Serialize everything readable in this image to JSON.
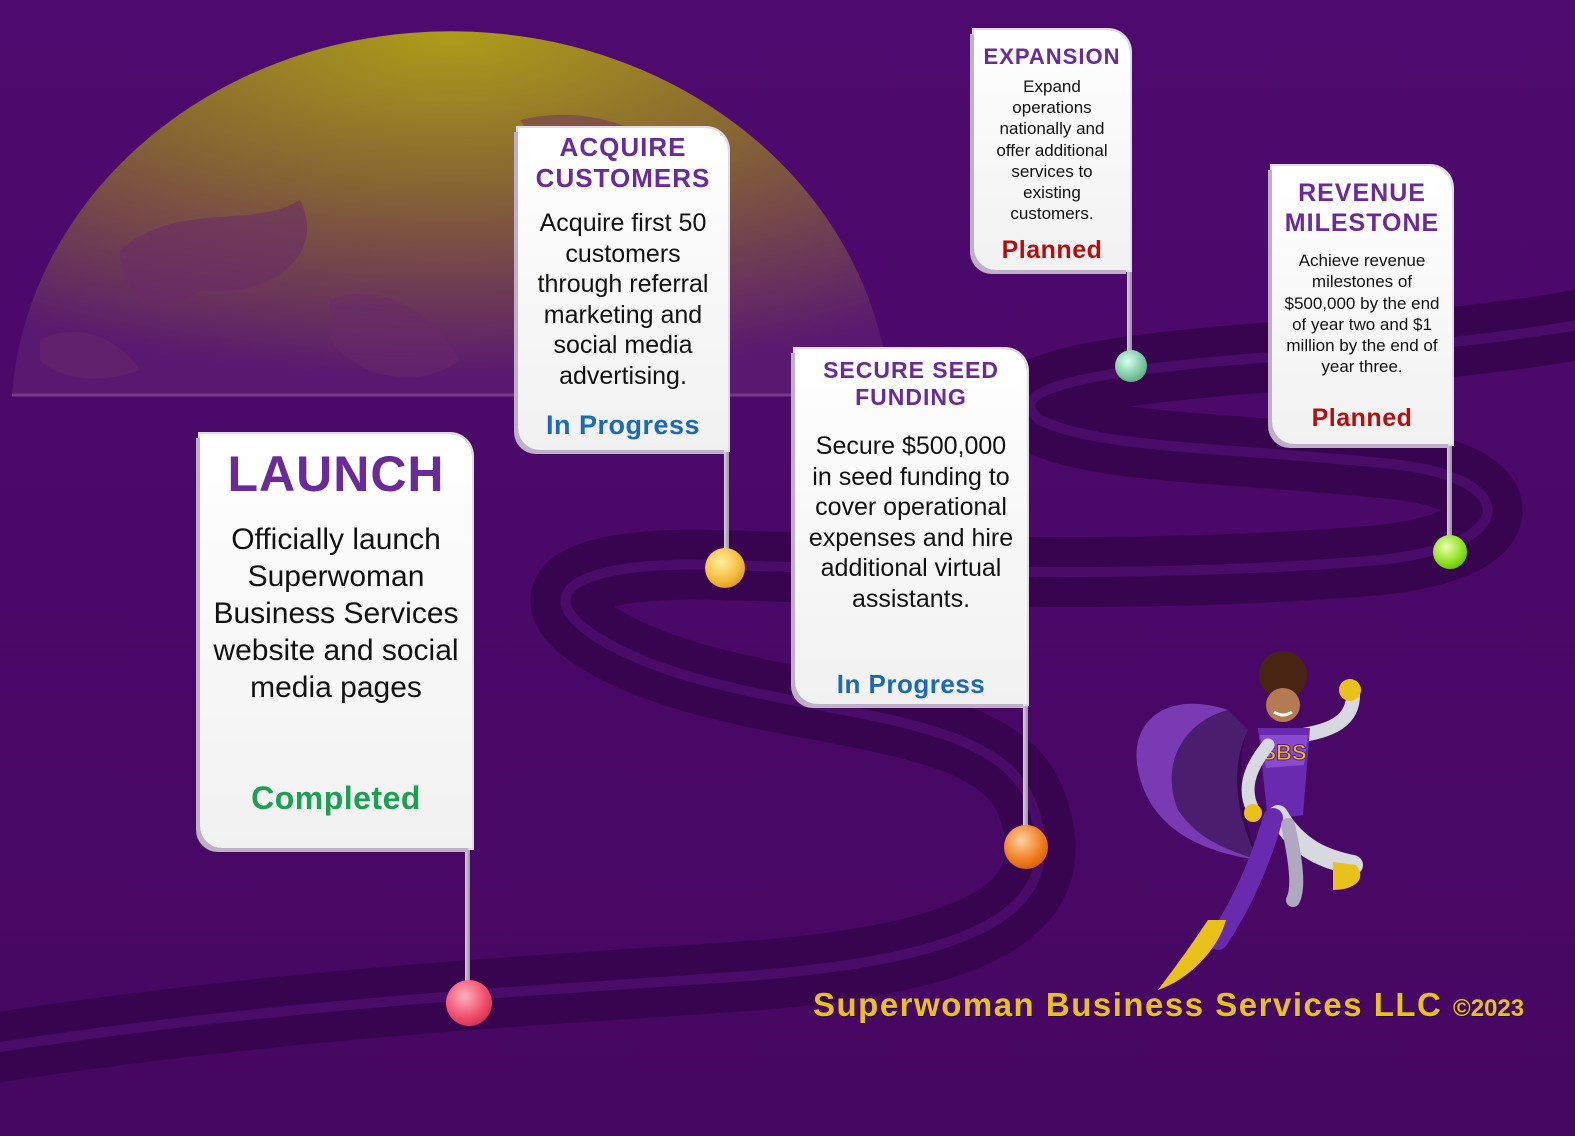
{
  "colors": {
    "background": "#4a0868",
    "road": "#3a0552",
    "title": "#6a2a9a",
    "completed": "#1aa050",
    "in_progress": "#1a6ab4",
    "planned": "#b40f0f",
    "footer": "#e8c21a"
  },
  "milestones": [
    {
      "title": "LAUNCH",
      "description": "Officially launch Superwoman Business Services website and social media pages",
      "status": "Completed",
      "marker_color": "#f04a6a"
    },
    {
      "title": "ACQUIRE CUSTOMERS",
      "description": "Acquire first 50 customers through referral marketing and social media advertising.",
      "status": "In Progress",
      "marker_color": "#f5b93a"
    },
    {
      "title": "SECURE SEED FUNDING",
      "description": "Secure $500,000 in seed funding to cover operational expenses and hire additional virtual assistants.",
      "status": "In Progress",
      "marker_color": "#f07a1a"
    },
    {
      "title": "EXPANSION",
      "description": "Expand operations nationally and offer additional services to existing customers.",
      "status": "Planned",
      "marker_color": "#7ac8a0"
    },
    {
      "title": "REVENUE MILESTONE",
      "description": "Achieve revenue milestones of $500,000 by the end of year two and $1 million by the end of year three.",
      "status": "Planned",
      "marker_color": "#8ae01a"
    }
  ],
  "mascot": {
    "icon": "superhero-icon",
    "chest_logo": "SBS"
  },
  "footer": {
    "company": "Superwoman Business Services LLC ",
    "copyright": "©2023"
  }
}
